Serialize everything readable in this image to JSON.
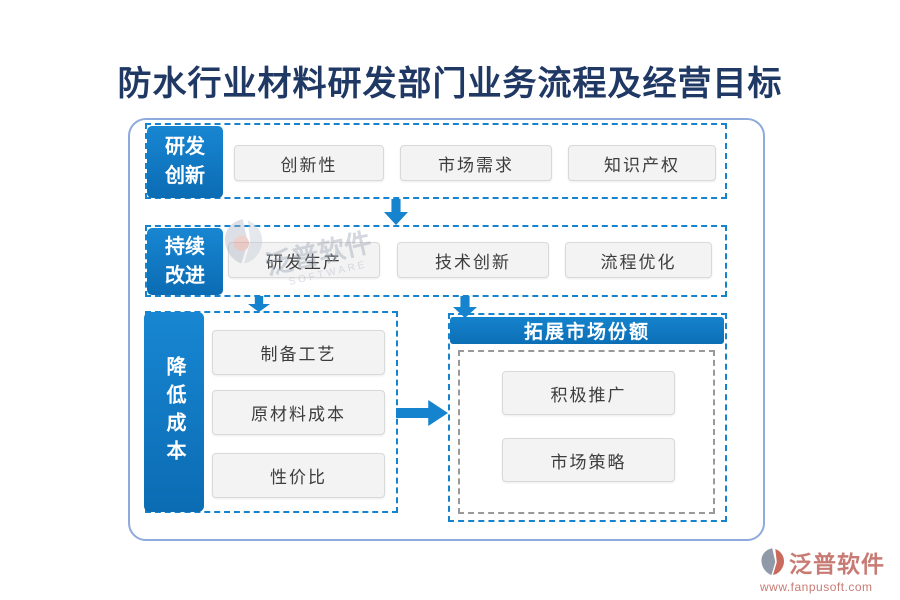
{
  "title": "防水行业材料研发部门业务流程及经营目标",
  "rows": [
    {
      "label": "研发创新",
      "items": [
        "创新性",
        "市场需求",
        "知识产权"
      ]
    },
    {
      "label": "持续改进",
      "items": [
        "研发生产",
        "技术创新",
        "流程优化"
      ]
    }
  ],
  "cost_section": {
    "label": "降低成本",
    "items": [
      "制备工艺",
      "原材料成本",
      "性价比"
    ]
  },
  "market_section": {
    "header": "拓展市场份额",
    "items": [
      "积极推广",
      "市场策略"
    ]
  },
  "watermark": {
    "text": "泛普软件",
    "subtext": "SOFTWARE"
  },
  "footer_logo": {
    "name": "泛普软件",
    "url": "www.fanpusoft.com"
  },
  "colors": {
    "primary_blue": "#0E78C2",
    "dashed_blue": "#1583CD",
    "title_navy": "#1F3864",
    "box_fill": "#F3F3F3",
    "box_border": "#D9D9D9",
    "outer_border": "#8FAADC",
    "gray_dashed": "#999999",
    "logo_red": "#C87B74"
  }
}
